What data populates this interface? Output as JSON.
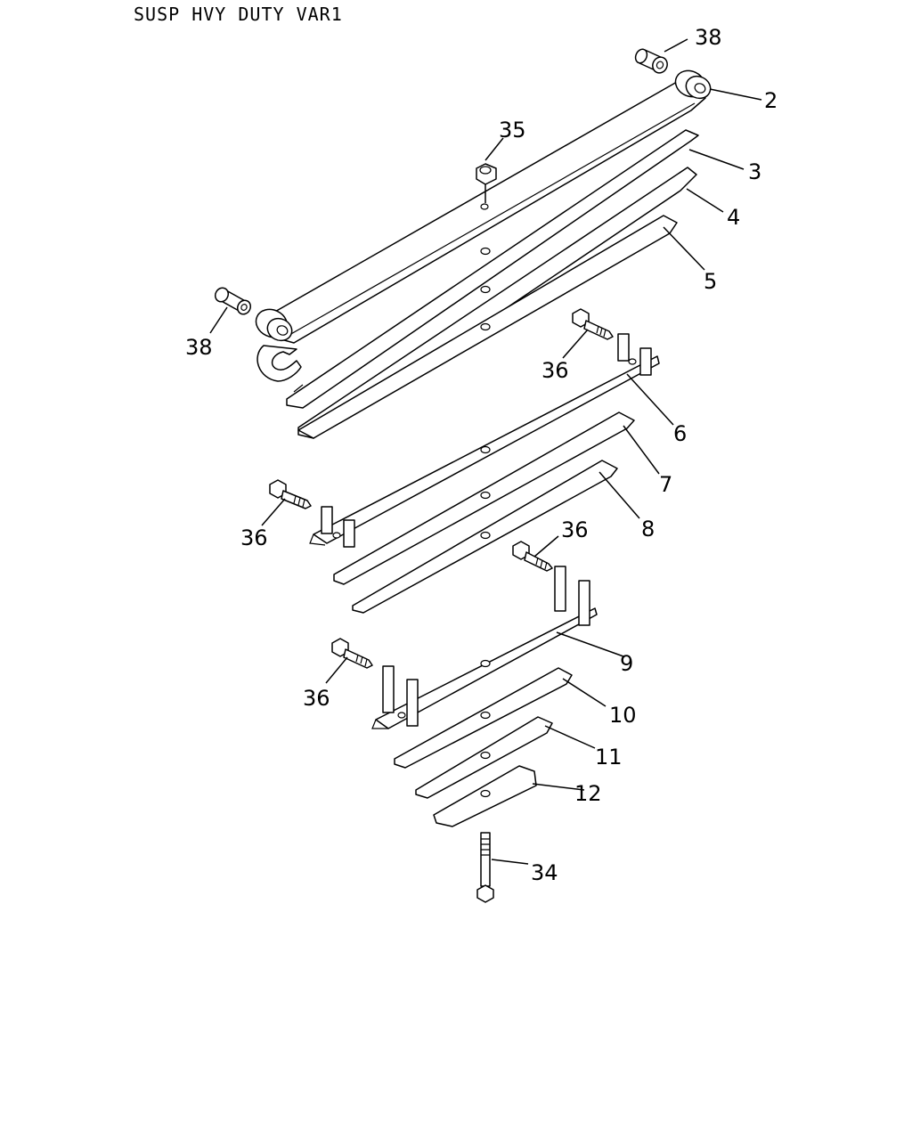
{
  "title": "SUSP HVY DUTY VAR1",
  "callouts": [
    {
      "id": "c38a",
      "label": "38"
    },
    {
      "id": "c2",
      "label": "2"
    },
    {
      "id": "c35",
      "label": "35"
    },
    {
      "id": "c3",
      "label": "3"
    },
    {
      "id": "c4",
      "label": "4"
    },
    {
      "id": "c5",
      "label": "5"
    },
    {
      "id": "c38b",
      "label": "38"
    },
    {
      "id": "c36a",
      "label": "36"
    },
    {
      "id": "c6",
      "label": "6"
    },
    {
      "id": "c7",
      "label": "7"
    },
    {
      "id": "c36b",
      "label": "36"
    },
    {
      "id": "c8",
      "label": "8"
    },
    {
      "id": "c36c",
      "label": "36"
    },
    {
      "id": "c9",
      "label": "9"
    },
    {
      "id": "c36d",
      "label": "36"
    },
    {
      "id": "c10",
      "label": "10"
    },
    {
      "id": "c11",
      "label": "11"
    },
    {
      "id": "c12",
      "label": "12"
    },
    {
      "id": "c34",
      "label": "34"
    }
  ]
}
